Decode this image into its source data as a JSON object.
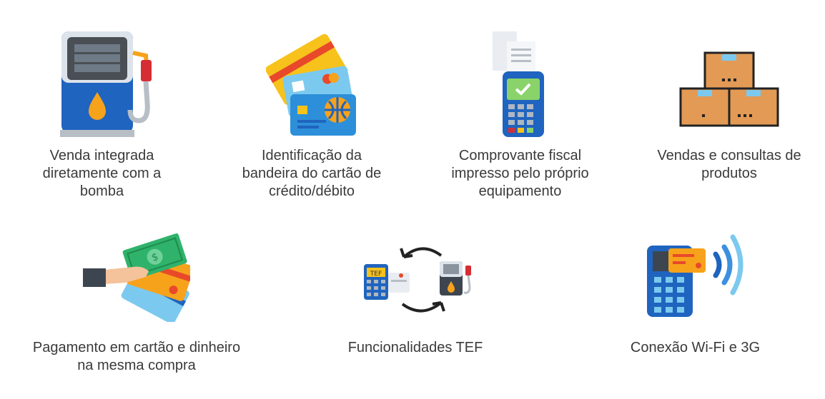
{
  "features": [
    {
      "lines": [
        "Venda integrada",
        "diretamente com a",
        "bomba"
      ]
    },
    {
      "lines": [
        "Identificação da",
        "bandeira do cartão de",
        "crédito/débito"
      ]
    },
    {
      "lines": [
        "Comprovante fiscal",
        "impresso pelo próprio",
        "equipamento"
      ]
    },
    {
      "lines": [
        "Vendas e consultas de",
        "produtos"
      ]
    },
    {
      "lines": [
        "Pagamento em cartão e dinheiro",
        "na mesma compra"
      ]
    },
    {
      "lines": [
        "Funcionalidades TEF"
      ]
    },
    {
      "lines": [
        "Conexão Wi-Fi e 3G"
      ]
    }
  ],
  "icons": {
    "tef_terminal_text": "TEF"
  },
  "colors": {
    "text": "#3a3a3a",
    "blue": "#1e6fc8",
    "orange": "#f7a21b",
    "box": "#e39a55"
  }
}
